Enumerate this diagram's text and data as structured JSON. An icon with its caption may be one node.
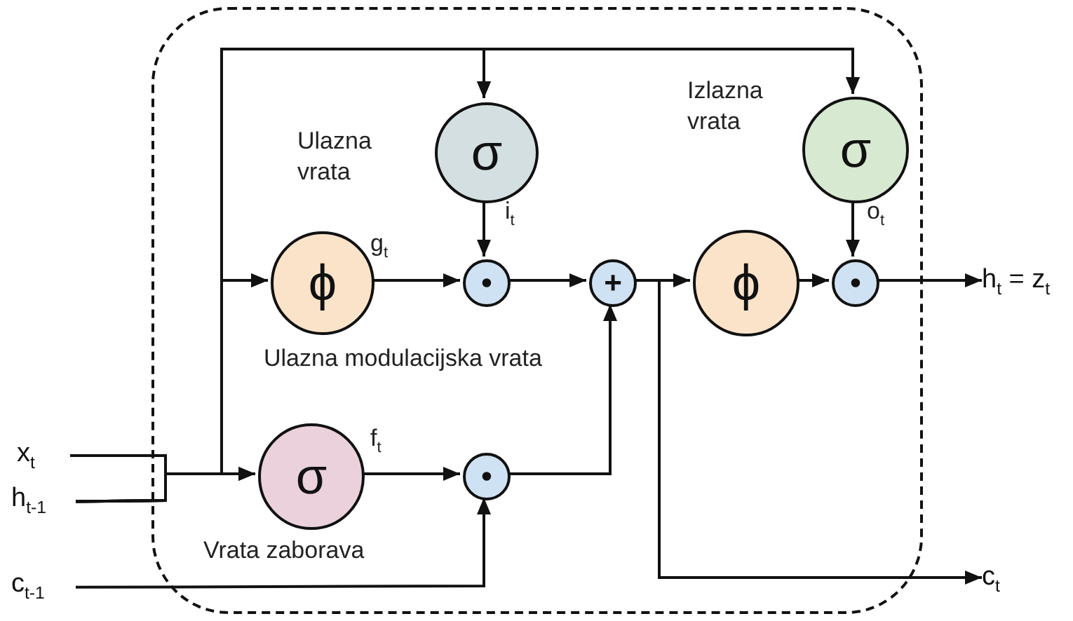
{
  "diagram": {
    "nodes": [
      {
        "text": [],
        "shape": "box"
      },
      {
        "text": [
          "x$_{t}$"
        ]
      },
      {
        "text": [
          "h$_{t-1}$"
        ]
      },
      {
        "text": [
          "c$_{t-1}$"
        ]
      },
      {
        "text": [
          "σ"
        ],
        "in": 0,
        "beside": [
          "Ulazna vrata",
          "i$_{t}$"
        ]
      },
      {
        "text": [
          "ϕ"
        ],
        "in": 0,
        "beside": [
          "g$_{t}$",
          "Ulazna modulacijska vrata"
        ]
      },
      {
        "text": [
          "σ"
        ],
        "in": 0,
        "beside": [
          "f$_{t}$",
          "Vrata zaborava"
        ]
      },
      {
        "text": [
          "σ"
        ],
        "in": 0,
        "beside": [
          "Izlazna vrata",
          "o$_{t}$"
        ]
      },
      {
        "text": [
          "•"
        ],
        "in": 0
      },
      {
        "text": [
          "•"
        ],
        "in": 0
      },
      {
        "text": [
          "+"
        ],
        "in": 0
      },
      {
        "text": [
          "ϕ"
        ],
        "in": 0
      },
      {
        "text": [
          "•"
        ],
        "in": 0
      },
      {
        "text": [
          "h$_{t}$ = z$_{t}$"
        ]
      },
      {
        "text": [
          "c$_{t}$"
        ]
      }
    ],
    "edges": [
      {
        "from": 1,
        "to": 6,
        "arrow": "to"
      },
      {
        "from": 1,
        "to": 5,
        "arrow": "to"
      },
      {
        "from": 1,
        "to": 4,
        "arrow": "to"
      },
      {
        "from": 1,
        "to": 7,
        "arrow": "to"
      },
      {
        "from": 2,
        "to": 6,
        "arrow": "to"
      },
      {
        "from": 2,
        "to": 5,
        "arrow": "to"
      },
      {
        "from": 2,
        "to": 4,
        "arrow": "to"
      },
      {
        "from": 2,
        "to": 7,
        "arrow": "to"
      },
      {
        "from": 5,
        "to": 8,
        "arrow": "to"
      },
      {
        "from": 4,
        "to": 8,
        "arrow": "to"
      },
      {
        "from": 6,
        "to": 9,
        "arrow": "to"
      },
      {
        "from": 3,
        "to": 9,
        "arrow": "to"
      },
      {
        "from": 8,
        "to": 10,
        "arrow": "to"
      },
      {
        "from": 9,
        "to": 10,
        "arrow": "to"
      },
      {
        "from": 10,
        "to": 11,
        "arrow": "to"
      },
      {
        "from": 7,
        "to": 12,
        "arrow": "to"
      },
      {
        "from": 11,
        "to": 12,
        "arrow": "to"
      },
      {
        "from": 12,
        "to": 13,
        "arrow": "to"
      },
      {
        "from": 10,
        "to": 14,
        "arrow": "to"
      }
    ]
  }
}
